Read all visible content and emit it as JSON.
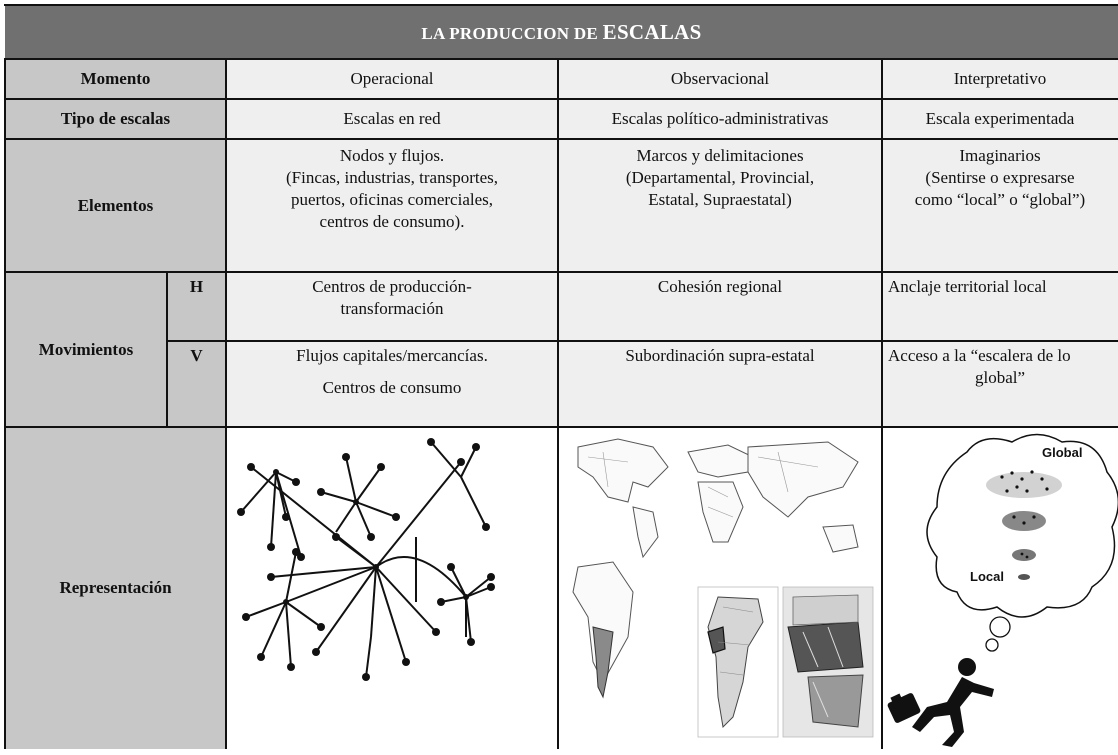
{
  "title": {
    "main": "LA PRODUCCION DE",
    "big": "ESCALAS"
  },
  "header_row": {
    "label": "Momento",
    "columns": [
      "Operacional",
      "Observacional",
      "Interpretativo"
    ]
  },
  "tipo_row": {
    "label": "Tipo de escalas",
    "values": [
      "Escalas en red",
      "Escalas político-administrativas",
      "Escala experimentada"
    ]
  },
  "elementos_row": {
    "label": "Elementos",
    "operacional": [
      "Nodos y flujos.",
      "(Fincas, industrias, transportes,",
      "puertos, oficinas comerciales,",
      "centros de consumo)."
    ],
    "observacional": [
      "Marcos y delimitaciones",
      "(Departamental, Provincial,",
      "Estatal, Supraestatal)"
    ],
    "interpretativo": [
      "Imaginarios",
      "(Sentirse o expresarse",
      "como “local” o “global”)"
    ]
  },
  "movimientos_row": {
    "label": "Movimientos",
    "h": {
      "label": "H",
      "operacional": [
        "Centros de producción-",
        "transformación"
      ],
      "observacional": "Cohesión regional",
      "interpretativo": "Anclaje territorial local"
    },
    "v": {
      "label": "V",
      "operacional": [
        "Flujos capitales/mercancías.",
        "Centros de consumo"
      ],
      "observacional": "Subordinación supra-estatal",
      "interpretativo": [
        "Acceso a la “escalera de lo",
        "global”"
      ]
    }
  },
  "representacion_row": {
    "label": "Representación",
    "bubble_labels": {
      "top": "Global",
      "bottom": "Local"
    }
  },
  "colors": {
    "title_bg": "#707070",
    "header_bg": "#c7c7c7",
    "cell_bg": "#efefef",
    "border": "#111111"
  },
  "icons": [
    "network-graph-icon",
    "world-map-icon",
    "running-businessman-icon",
    "thought-bubble-icon"
  ]
}
